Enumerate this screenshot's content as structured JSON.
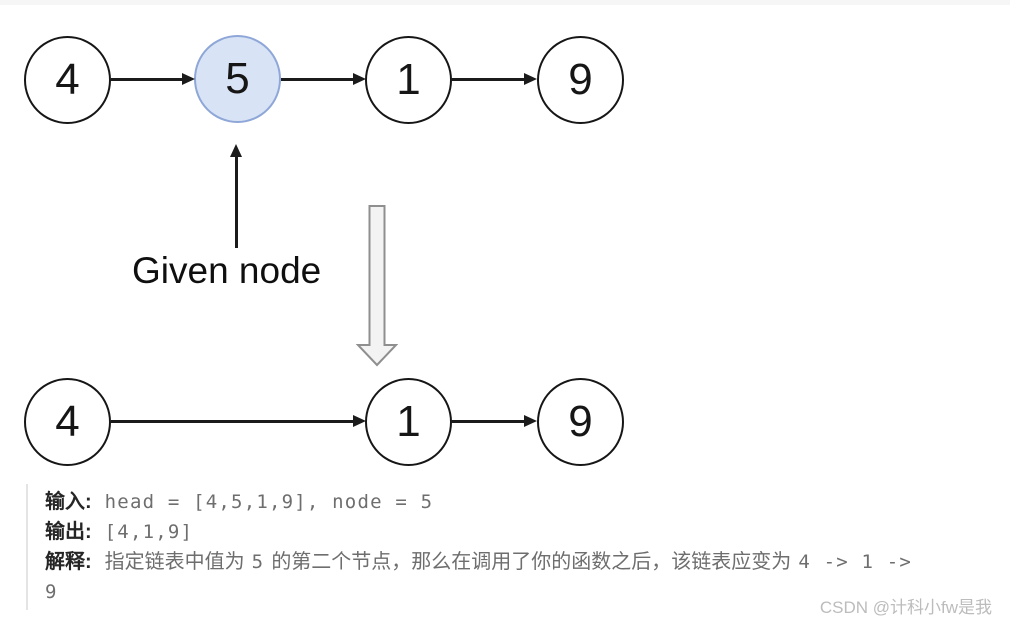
{
  "diagram": {
    "top_list": {
      "nodes": [
        {
          "value": "4"
        },
        {
          "value": "5"
        },
        {
          "value": "1"
        },
        {
          "value": "9"
        }
      ],
      "highlighted_index": 1
    },
    "given_node_label": "Given node",
    "bottom_list": {
      "nodes": [
        {
          "value": "4"
        },
        {
          "value": "1"
        },
        {
          "value": "9"
        }
      ]
    },
    "colors": {
      "node_border": "#161616",
      "highlight_fill": "#d8e3f5",
      "highlight_border": "#8ea7d8",
      "arrow": "#1b1b1b",
      "hollow_arrow_fill": "#f3f3f3",
      "hollow_arrow_stroke": "#8f8f8f"
    }
  },
  "example": {
    "input_label": "输入:",
    "input_code": "head = [4,5,1,9], node = 5",
    "output_label": "输出:",
    "output_code": "[4,1,9]",
    "explain_label": "解释:",
    "explain_text_1": "指定链表中值为",
    "explain_code_1": "5",
    "explain_text_2": "的第二个节点，那么在调用了你的函数之后，该链表应变为",
    "explain_code_2": "4 -> 1 ->",
    "explain_wrap": "9"
  },
  "watermark": {
    "text": "CSDN @计科小fw是我"
  }
}
